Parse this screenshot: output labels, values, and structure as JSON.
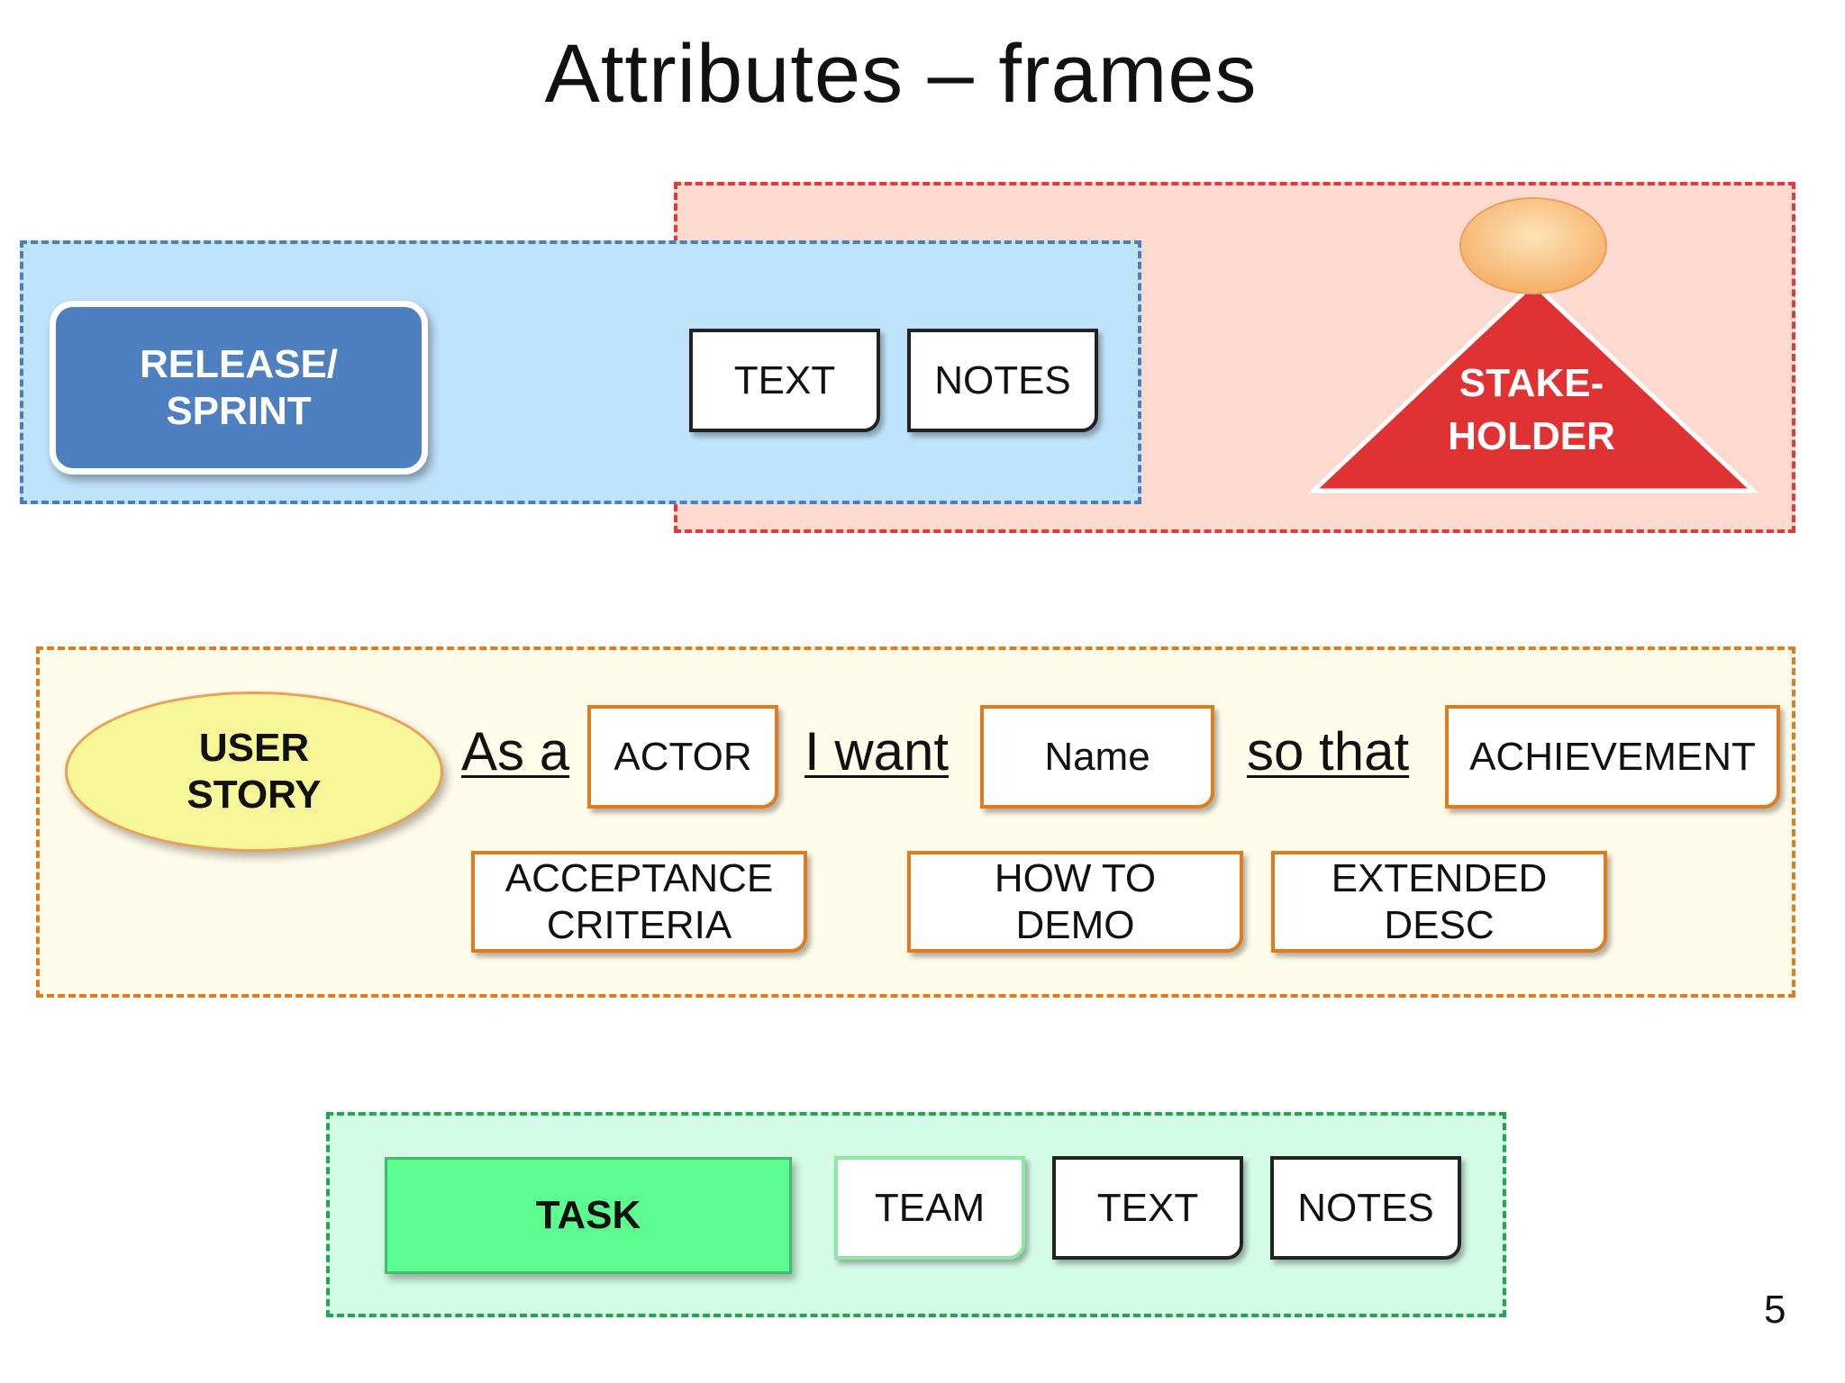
{
  "title": "Attributes – frames",
  "release_frame": {
    "main_label_line1": "RELEASE/",
    "main_label_line2": "SPRINT",
    "text_label": "TEXT",
    "notes_label": "NOTES"
  },
  "stakeholder_frame": {
    "label_line1": "STAKE-",
    "label_line2": "HOLDER"
  },
  "story_frame": {
    "main_label_line1": "USER",
    "main_label_line2": "STORY",
    "phrase_as_a": "As a",
    "actor_label": "ACTOR",
    "phrase_i_want": "I want",
    "name_label": "Name",
    "phrase_so_that": "so that",
    "achievement_label": "ACHIEVEMENT",
    "acceptance_line1": "ACCEPTANCE",
    "acceptance_line2": "CRITERIA",
    "demo_line1": "HOW TO",
    "demo_line2": "DEMO",
    "desc_line1": "EXTENDED",
    "desc_line2": "DESC"
  },
  "task_frame": {
    "main_label": "TASK",
    "team_label": "TEAM",
    "text_label": "TEXT",
    "notes_label": "NOTES"
  },
  "page_number": "5",
  "colors": {
    "release_fill": "#bfe3fb",
    "release_border": "#4e7dbe",
    "stakeholder_fill": "#fcdad0",
    "stakeholder_border": "#e23a3a",
    "story_fill": "#fffcea",
    "story_border": "#e07b1e",
    "task_fill": "#d3fbe6",
    "task_border": "#21a84f"
  }
}
